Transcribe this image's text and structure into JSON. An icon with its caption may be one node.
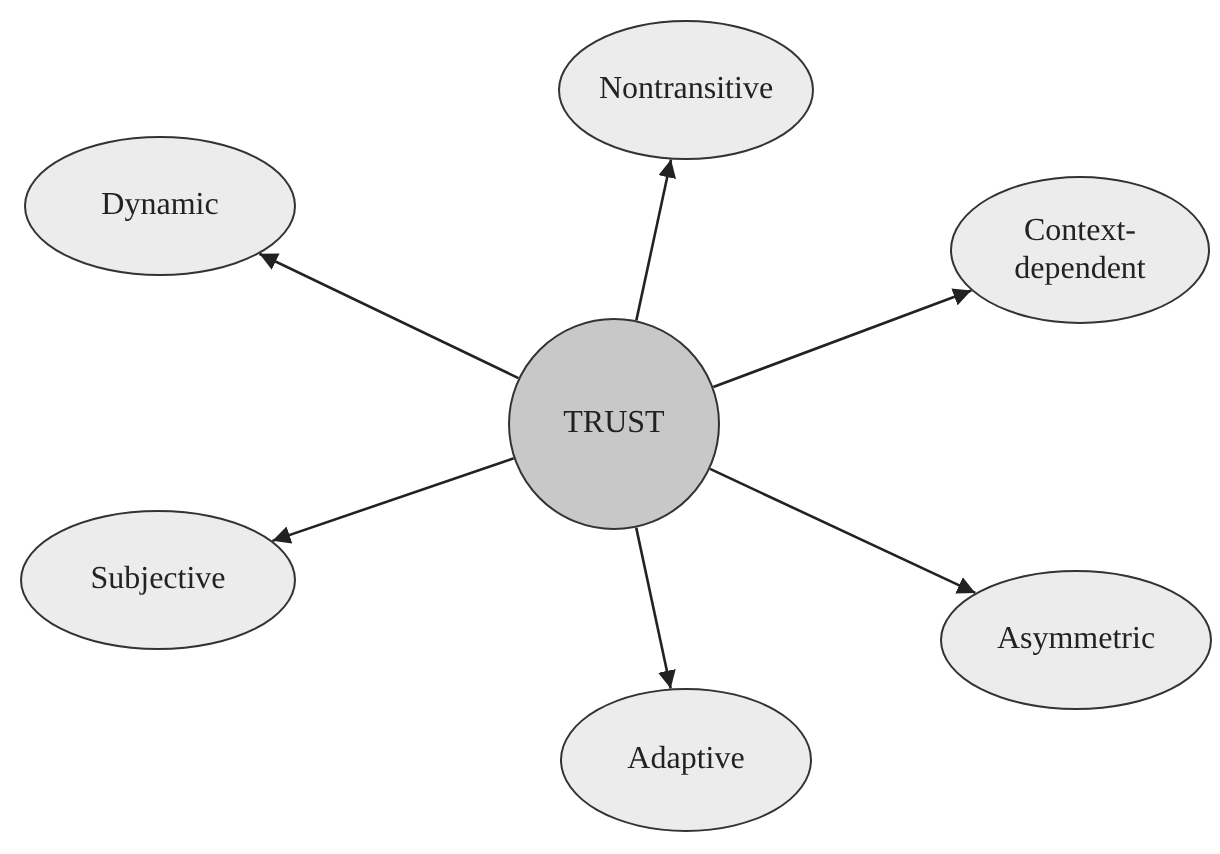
{
  "diagram": {
    "nodes": [
      {
        "text": [
          "Nontransitive"
        ]
      },
      {
        "text": [
          "Dynamic"
        ]
      },
      {
        "text": [
          "Context-dependent"
        ]
      },
      {
        "text": [
          "TRUST"
        ]
      },
      {
        "text": [
          "Subjective"
        ]
      },
      {
        "text": [
          "Asymmetric"
        ]
      },
      {
        "text": [
          "Adaptive"
        ]
      }
    ],
    "edges": [
      {
        "from": 3,
        "to": 0,
        "arrow": "to"
      },
      {
        "from": 3,
        "to": 1,
        "arrow": "to"
      },
      {
        "from": 3,
        "to": 2,
        "arrow": "to"
      },
      {
        "from": 3,
        "to": 4,
        "arrow": "to"
      },
      {
        "from": 3,
        "to": 5,
        "arrow": "to"
      },
      {
        "from": 3,
        "to": 6,
        "arrow": "to"
      }
    ]
  }
}
